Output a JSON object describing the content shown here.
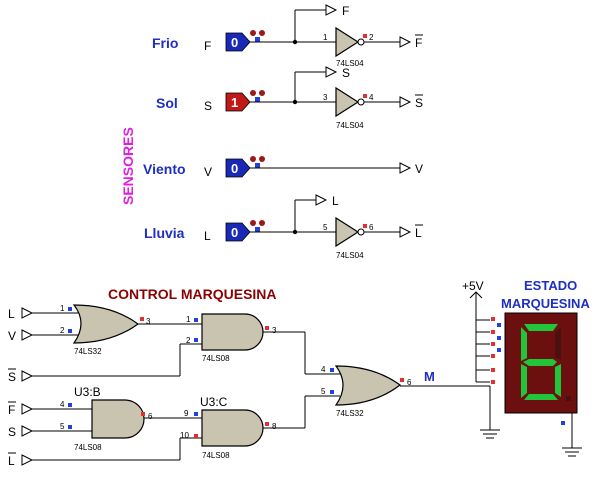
{
  "sensors": {
    "group_label": "SENSORES",
    "items": [
      {
        "name": "Frio",
        "short": "F",
        "state": "0",
        "output": "F",
        "output_bar": true,
        "has_inverter": true,
        "gate_label": "74LS04",
        "pin_in": "1",
        "pin_out": "2"
      },
      {
        "name": "Sol",
        "short": "S",
        "state": "1",
        "output": "S",
        "output_bar": true,
        "has_inverter": true,
        "gate_label": "74LS04",
        "pin_in": "3",
        "pin_out": "4"
      },
      {
        "name": "Viento",
        "short": "V",
        "state": "0",
        "output": "V",
        "output_bar": false,
        "has_inverter": false,
        "gate_label": "",
        "pin_in": "",
        "pin_out": ""
      },
      {
        "name": "Lluvia",
        "short": "L",
        "state": "0",
        "output": "L",
        "output_bar": true,
        "has_inverter": true,
        "gate_label": "74LS04",
        "pin_in": "5",
        "pin_out": "6"
      }
    ]
  },
  "control": {
    "title": "CONTROL MARQUESINA",
    "inputs": [
      "L",
      "V",
      "S",
      "F",
      "S",
      "L"
    ],
    "or1": {
      "chip": "74LS32",
      "pins": [
        "1",
        "2",
        "3"
      ]
    },
    "and1": {
      "chip": "74LS08",
      "pins": [
        "1",
        "2",
        "3"
      ]
    },
    "and2": {
      "name": "U3:B",
      "chip": "74LS08",
      "pins": [
        "4",
        "5",
        "6"
      ]
    },
    "and3": {
      "name": "U3:C",
      "chip": "74LS08",
      "pins": [
        "9",
        "10",
        "8"
      ]
    },
    "or2": {
      "chip": "74LS32",
      "pins": [
        "4",
        "5",
        "6"
      ]
    },
    "output": "M"
  },
  "display": {
    "title_line1": "ESTADO",
    "title_line2": "MARQUESINA",
    "supply": "+5V",
    "digit_color": "#22c43a",
    "body_color": "#6b0f0f"
  },
  "colors": {
    "logic0": "#1a28b8",
    "logic1": "#c01818"
  }
}
